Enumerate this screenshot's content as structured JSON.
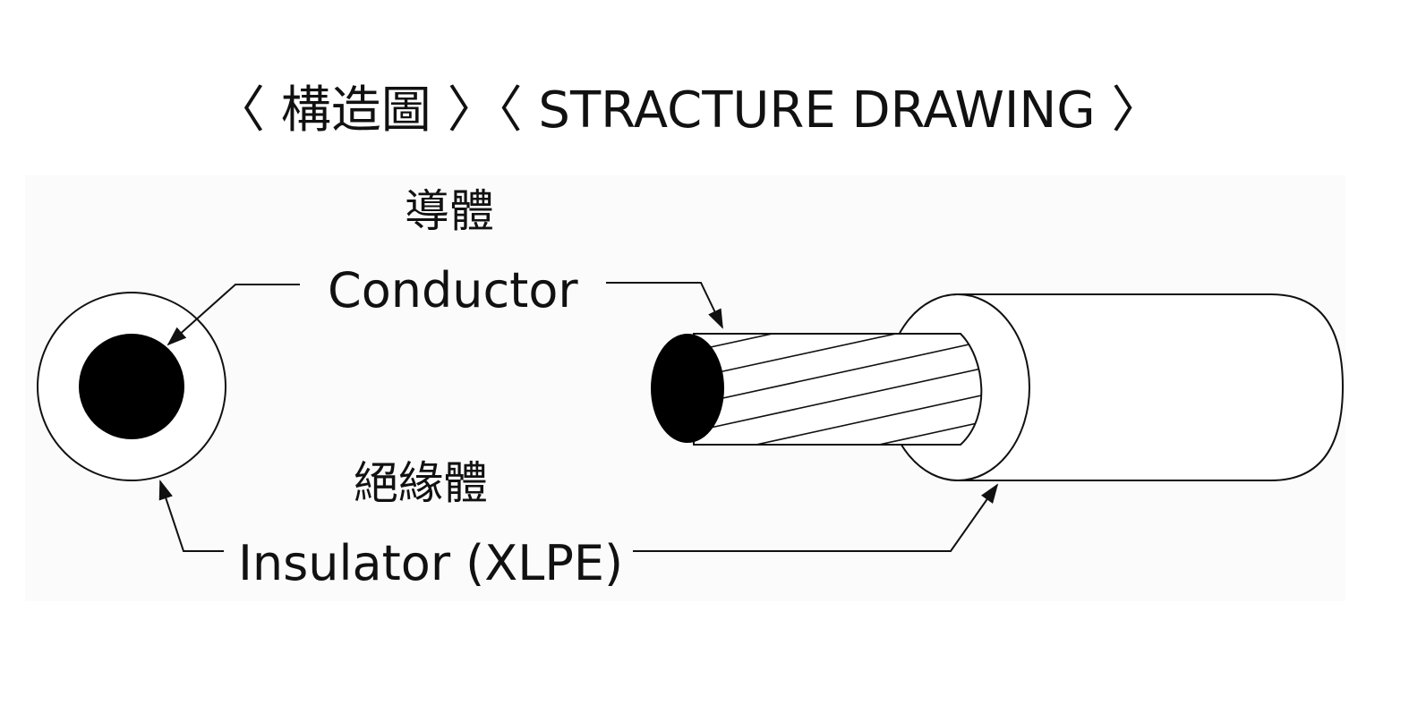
{
  "title": "〈 構造圖 〉〈 STRACTURE DRAWING 〉",
  "labels": {
    "conductor_zh": "導體",
    "conductor_en": "Conductor",
    "insulator_zh": "絕緣體",
    "insulator_en": "Insulator (XLPE)"
  },
  "colors": {
    "ink": "#111111",
    "background": "#ffffff",
    "panel": "#fbfbfb",
    "conductor_fill": "#000000"
  }
}
